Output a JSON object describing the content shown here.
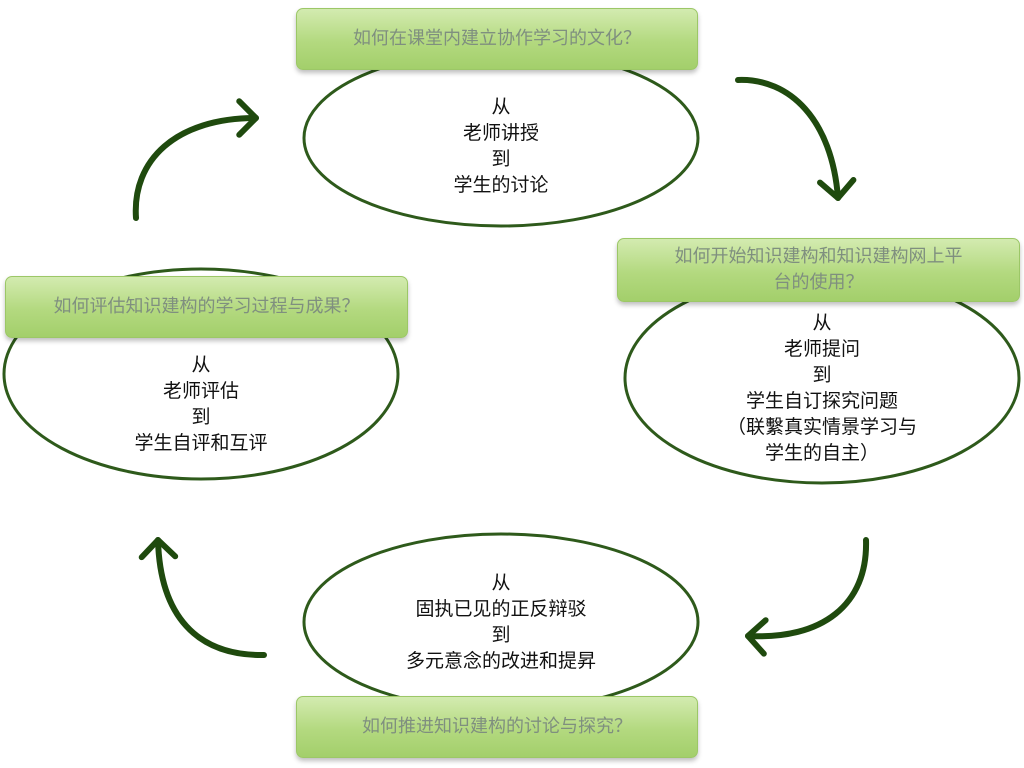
{
  "stages": {
    "top": {
      "question": "如何在课堂内建立协作学习的文化？",
      "lines": [
        "从",
        "老师讲授",
        "到",
        "学生的讨论"
      ]
    },
    "right": {
      "question_lines": [
        "如何开始知识建构和知识建构网上平",
        "台的使用？"
      ],
      "lines": [
        "从",
        "老师提问",
        "到",
        "学生自订探究问题",
        "（联繫真实情景学习与",
        "学生的自主）"
      ]
    },
    "bottom": {
      "question": "如何推进知识建构的讨论与探究？",
      "lines": [
        "从",
        "固执已见的正反辩驳",
        "到",
        "多元意念的改进和提昇"
      ]
    },
    "left": {
      "question": "如何评估知识建构的学习过程与成果？",
      "lines": [
        "从",
        "老师评估",
        "到",
        "学生自评和互评"
      ]
    }
  },
  "colors": {
    "ellipse_stroke": "#2e5a1b",
    "arrow": "#1f4a0e",
    "box_fill": "#b3d97f",
    "box_text": "#7f8f7f"
  }
}
